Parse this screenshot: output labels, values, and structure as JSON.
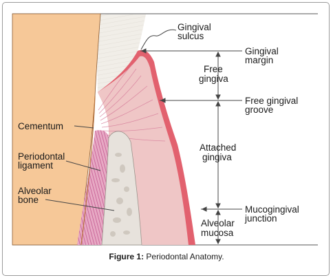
{
  "figure": {
    "caption_label": "Figure 1:",
    "caption_text": " Periodontal Anatomy."
  },
  "labels": {
    "gingival_sulcus": [
      "Gingival",
      "sulcus"
    ],
    "gingival_margin": [
      "Gingival",
      "margin"
    ],
    "free_gingiva": [
      "Free",
      "gingiva"
    ],
    "free_gingival_groove": [
      "Free gingival",
      "groove"
    ],
    "cementum": [
      "Cementum"
    ],
    "attached_gingiva": [
      "Attached",
      "gingiva"
    ],
    "periodontal_ligament": [
      "Periodontal",
      "ligament"
    ],
    "alveolar_bone": [
      "Alveolar",
      "bone"
    ],
    "mucogingival_junction": [
      "Mucogingival",
      "junction"
    ],
    "alveolar_mucosa": [
      "Alveolar",
      "mucosa"
    ]
  },
  "colors": {
    "tooth_root": "#f6c898",
    "enamel": "#f1eee8",
    "gingiva": "#efc6c6",
    "gingiva_edge": "#e2616e",
    "ligament": "#cc6a9c",
    "bone": "#e7e2dc",
    "lines": "#444444"
  }
}
